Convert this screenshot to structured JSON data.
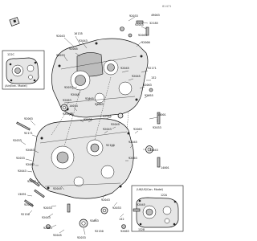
{
  "ref_number": "61471",
  "inset_top": {
    "title": "(Air/Elec. Model)",
    "part_number": "122C"
  },
  "inset_bottom": {
    "title": "(UK/US/Can. Model)",
    "part_number": "122A",
    "sub_number": "132B"
  },
  "callouts": {
    "c1": "92033",
    "c2": "49063",
    "c3": "92045",
    "c4": "32185",
    "c5": "92063",
    "c6": "92000",
    "c7": "92043",
    "c8": "16135",
    "c9": "92043",
    "c10": "92005",
    "c11": "92033",
    "c12": "92045",
    "c13": "92171",
    "c14": "92045",
    "c15": "132",
    "c16": "92063",
    "c17": "92033",
    "c18": "92045",
    "c19": "92063",
    "c20": "92045",
    "c21": "92055",
    "c22": "14014",
    "c23": "92063",
    "c24": "92049A",
    "c25": "92045",
    "c26": "92033",
    "c27": "14001",
    "c28": "92049",
    "c29": "92043",
    "c30": "92063",
    "c31": "92033",
    "c32": "92063",
    "c33": "92171",
    "c34": "92045",
    "c35": "92043",
    "c36": "92033",
    "c37": "92063",
    "c38": "92033",
    "c39": "92063",
    "c40": "92043",
    "c41": "92033",
    "c42": "92150",
    "c43": "92063",
    "c44": "13091",
    "c45": "92033",
    "c46": "92045",
    "c47": "14001",
    "c48": "92150",
    "c49": "92043",
    "c50": "92033",
    "c51": "92063",
    "c52": "92045",
    "c53": "92033",
    "c54": "92063",
    "c55": "132",
    "c56": "92043",
    "c57": "92033",
    "c58": "92063",
    "c59": "92150",
    "c60": "92045"
  }
}
